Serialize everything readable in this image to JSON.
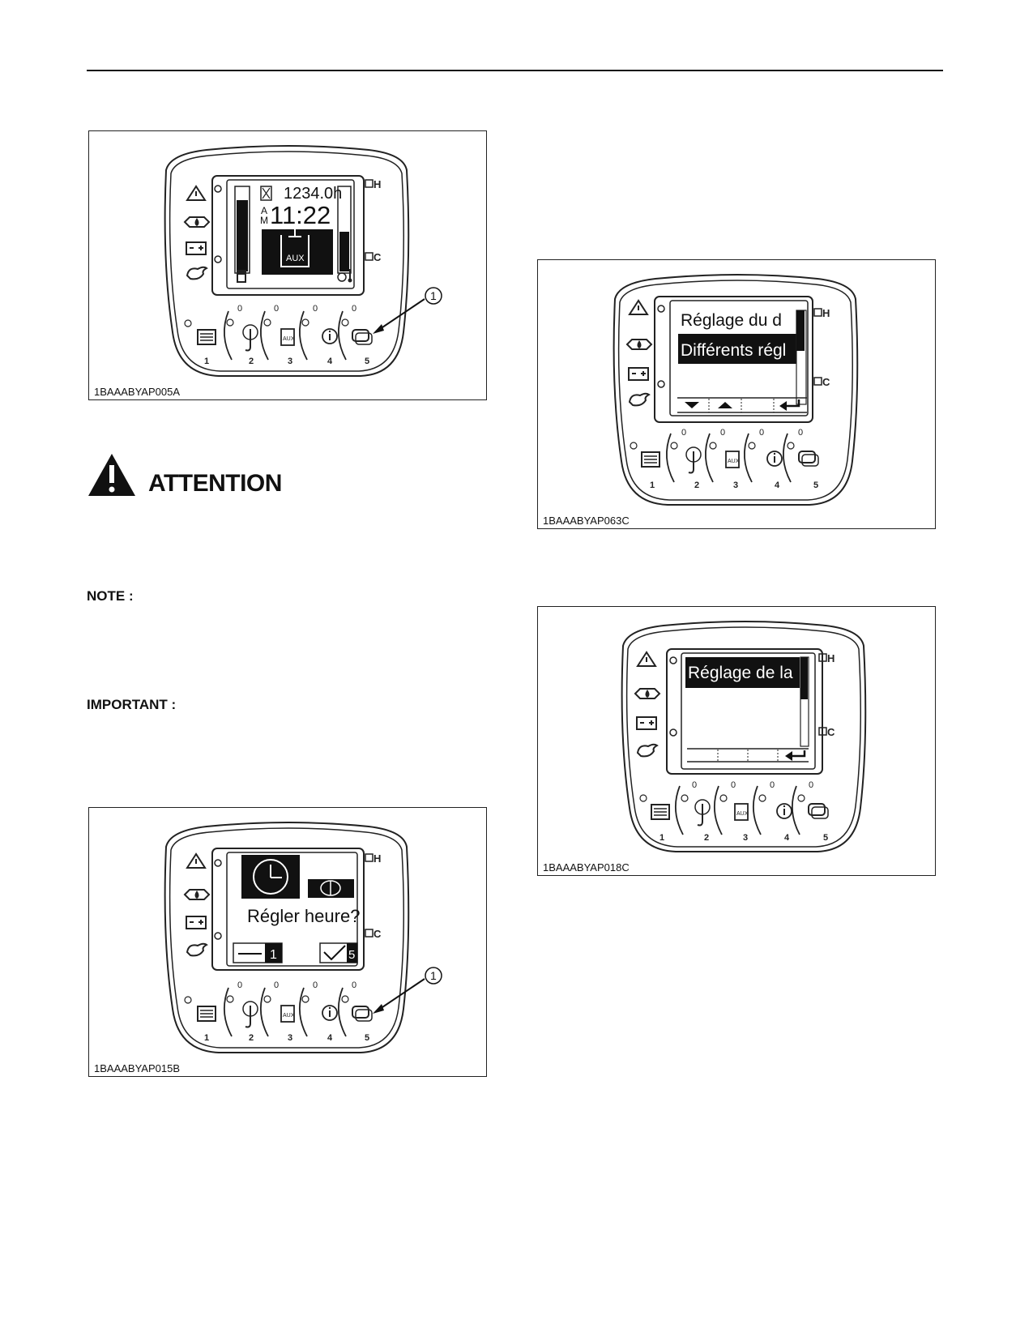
{
  "figures": {
    "fig1": {
      "code": "1BAAABYAP005A",
      "hours": "1234.0h",
      "ampm_a": "A",
      "ampm_m": "M",
      "time": "11:22",
      "aux": "AUX",
      "callout": "1",
      "side_h": "H",
      "side_c": "C",
      "button_numbers": [
        "1",
        "2",
        "3",
        "4",
        "5"
      ],
      "zeros": [
        "0",
        "0",
        "0",
        "0"
      ]
    },
    "fig2": {
      "code": "1BAAABYAP015B",
      "question": "Régler heure?",
      "key_left": "1",
      "key_right": "5",
      "callout": "1",
      "side_h": "H",
      "side_c": "C",
      "button_numbers": [
        "1",
        "2",
        "3",
        "4",
        "5"
      ],
      "zeros": [
        "0",
        "0",
        "0",
        "0"
      ]
    },
    "fig3": {
      "code": "1BAAABYAP063C",
      "line1": "Réglage du d",
      "line2": "Différents régl",
      "side_h": "H",
      "side_c": "C",
      "button_numbers": [
        "1",
        "2",
        "3",
        "4",
        "5"
      ],
      "zeros": [
        "0",
        "0",
        "0",
        "0"
      ]
    },
    "fig4": {
      "code": "1BAAABYAP018C",
      "line1": "Réglage de la",
      "side_h": "H",
      "side_c": "C",
      "button_numbers": [
        "1",
        "2",
        "3",
        "4",
        "5"
      ],
      "zeros": [
        "0",
        "0",
        "0",
        "0"
      ]
    }
  },
  "attention": {
    "label": "ATTENTION"
  },
  "note": {
    "label": "NOTE :"
  },
  "important": {
    "label": "IMPORTANT :"
  }
}
